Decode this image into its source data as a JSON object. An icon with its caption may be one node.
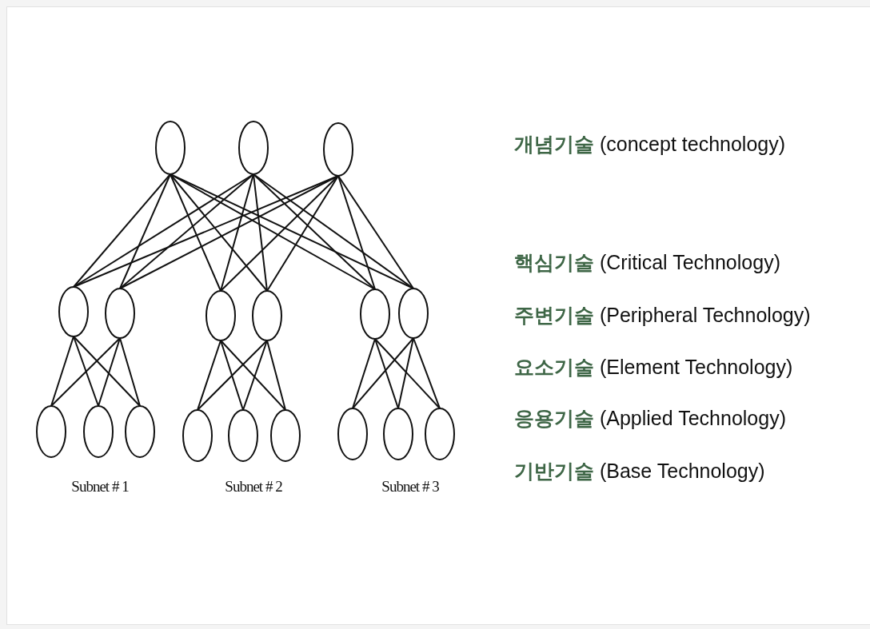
{
  "diagram": {
    "nodes": [
      {
        "text": [],
        "shape": "circle"
      },
      {
        "text": [],
        "shape": "circle"
      },
      {
        "text": [],
        "shape": "circle"
      },
      {
        "text": [],
        "shape": "circle"
      },
      {
        "text": [],
        "shape": "circle"
      },
      {
        "text": [],
        "shape": "circle"
      },
      {
        "text": [],
        "shape": "circle"
      },
      {
        "text": [],
        "shape": "circle"
      },
      {
        "text": [],
        "shape": "circle"
      },
      {
        "text": [],
        "shape": "circle"
      },
      {
        "text": [],
        "shape": "circle"
      },
      {
        "text": [],
        "shape": "circle"
      },
      {
        "text": [],
        "shape": "circle"
      },
      {
        "text": [],
        "shape": "circle"
      },
      {
        "text": [],
        "shape": "circle"
      },
      {
        "text": [],
        "shape": "circle"
      },
      {
        "text": [],
        "shape": "circle"
      },
      {
        "text": [],
        "shape": "circle"
      }
    ],
    "edges": [
      {
        "from": 0,
        "to": 3,
        "arrow": "none"
      },
      {
        "from": 0,
        "to": 4,
        "arrow": "none"
      },
      {
        "from": 0,
        "to": 5,
        "arrow": "none"
      },
      {
        "from": 0,
        "to": 6,
        "arrow": "none"
      },
      {
        "from": 0,
        "to": 7,
        "arrow": "none"
      },
      {
        "from": 0,
        "to": 8,
        "arrow": "none"
      },
      {
        "from": 1,
        "to": 3,
        "arrow": "none"
      },
      {
        "from": 1,
        "to": 4,
        "arrow": "none"
      },
      {
        "from": 1,
        "to": 5,
        "arrow": "none"
      },
      {
        "from": 1,
        "to": 6,
        "arrow": "none"
      },
      {
        "from": 1,
        "to": 7,
        "arrow": "none"
      },
      {
        "from": 1,
        "to": 8,
        "arrow": "none"
      },
      {
        "from": 2,
        "to": 3,
        "arrow": "none"
      },
      {
        "from": 2,
        "to": 4,
        "arrow": "none"
      },
      {
        "from": 2,
        "to": 5,
        "arrow": "none"
      },
      {
        "from": 2,
        "to": 6,
        "arrow": "none"
      },
      {
        "from": 2,
        "to": 7,
        "arrow": "none"
      },
      {
        "from": 2,
        "to": 8,
        "arrow": "none"
      },
      {
        "from": 3,
        "to": 9,
        "arrow": "none"
      },
      {
        "from": 3,
        "to": 10,
        "arrow": "none"
      },
      {
        "from": 3,
        "to": 11,
        "arrow": "none"
      },
      {
        "from": 4,
        "to": 9,
        "arrow": "none"
      },
      {
        "from": 4,
        "to": 10,
        "arrow": "none"
      },
      {
        "from": 4,
        "to": 11,
        "arrow": "none"
      },
      {
        "from": 5,
        "to": 12,
        "arrow": "none"
      },
      {
        "from": 5,
        "to": 13,
        "arrow": "none"
      },
      {
        "from": 5,
        "to": 14,
        "arrow": "none"
      },
      {
        "from": 6,
        "to": 12,
        "arrow": "none"
      },
      {
        "from": 6,
        "to": 13,
        "arrow": "none"
      },
      {
        "from": 6,
        "to": 14,
        "arrow": "none"
      },
      {
        "from": 7,
        "to": 15,
        "arrow": "none"
      },
      {
        "from": 7,
        "to": 16,
        "arrow": "none"
      },
      {
        "from": 7,
        "to": 17,
        "arrow": "none"
      },
      {
        "from": 8,
        "to": 15,
        "arrow": "none"
      },
      {
        "from": 8,
        "to": 16,
        "arrow": "none"
      },
      {
        "from": 8,
        "to": 17,
        "arrow": "none"
      }
    ],
    "labels": [
      "Subnet # 1",
      "Subnet # 2",
      "Subnet # 3",
      "**개념기술** (concept technology)",
      "**핵심기술** (Critical Technology)",
      "**주변기술** (Peripheral Technology)",
      "**요소기술** (Element Technology)",
      "**응용기술** (Applied Technology)",
      "**기반기술** (Base Technology)"
    ]
  }
}
